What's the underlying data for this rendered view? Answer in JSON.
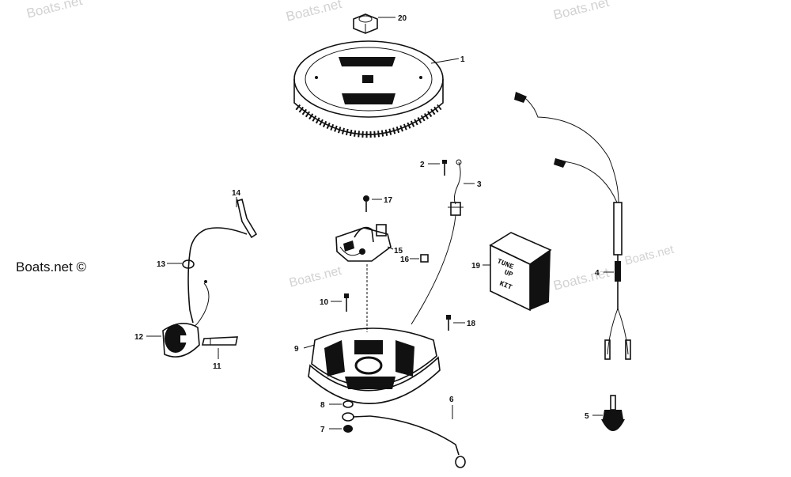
{
  "watermarks": [
    "Boats.net",
    "Boats.net",
    "Boats.net",
    "Boats.net",
    "Boats.net",
    "Boats.net"
  ],
  "brand_label": "Boats.net ©",
  "kit_text": [
    "TUNE",
    "UP",
    "KIT"
  ],
  "callouts": {
    "c1": "1",
    "c2": "2",
    "c3": "3",
    "c4": "4",
    "c5": "5",
    "c6": "6",
    "c7": "7",
    "c8": "8",
    "c9": "9",
    "c10": "10",
    "c11": "11",
    "c12": "12",
    "c13": "13",
    "c14": "14",
    "c15": "15",
    "c16": "16",
    "c17": "17",
    "c18": "18",
    "c19": "19",
    "c20": "20"
  },
  "colors": {
    "ink": "#111111",
    "watermark": "#d2d2d2",
    "background": "#ffffff"
  }
}
